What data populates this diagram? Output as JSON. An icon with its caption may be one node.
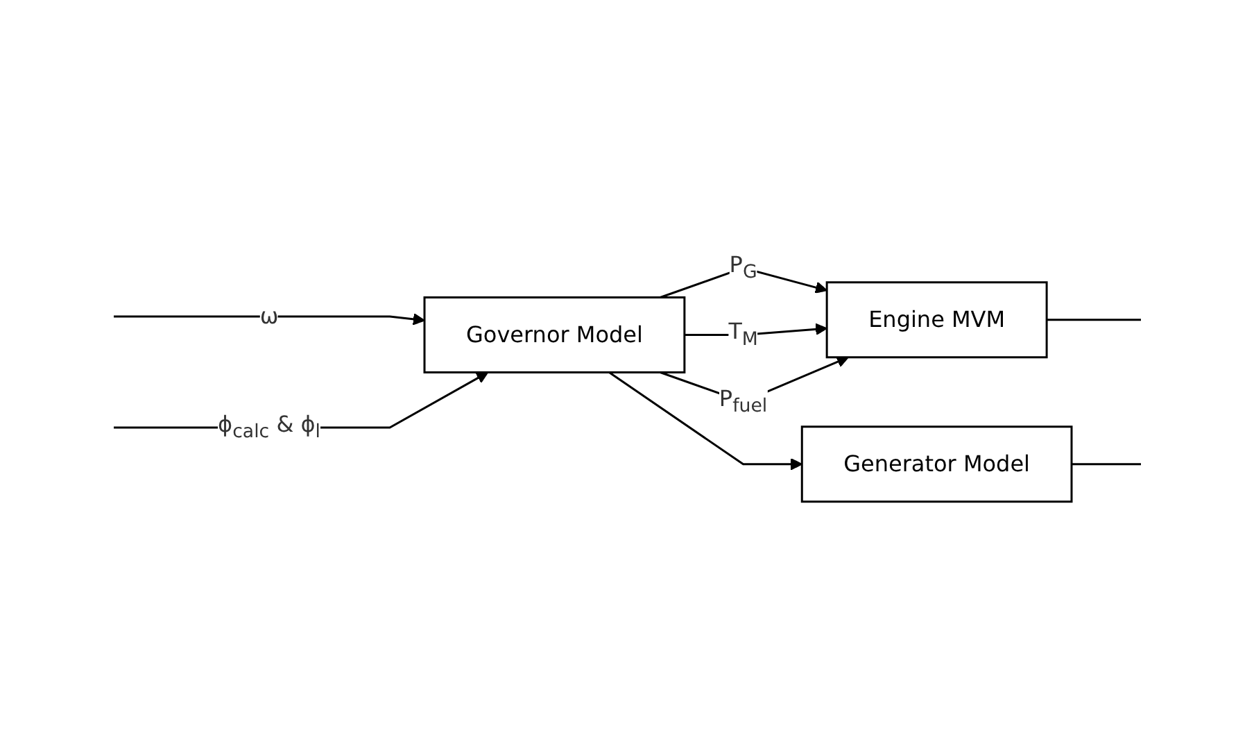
{
  "diagram": {
    "nodes": [
      {
        "text": [
          "Governor Model"
        ]
      },
      {
        "text": [
          "Engine MVM"
        ]
      },
      {
        "text": [
          "Generator Model"
        ]
      }
    ],
    "edges": [
      {
        "from": null,
        "to": 0,
        "arrow": "to",
        "label": "ω"
      },
      {
        "from": null,
        "to": 0,
        "arrow": "to",
        "label": "ϕ$_{calc}$ & ϕ$_{l}$"
      },
      {
        "from": 0,
        "to": 1,
        "arrow": "to",
        "label": "P$_{G}$"
      },
      {
        "from": 0,
        "to": 1,
        "arrow": "to",
        "label": "T$_{M}$"
      },
      {
        "from": 0,
        "to": 1,
        "arrow": "to",
        "label": "P$_{fuel}$"
      },
      {
        "from": 0,
        "to": 2,
        "arrow": "to"
      },
      {
        "from": 1,
        "to": null,
        "arrow": "none"
      },
      {
        "from": 2,
        "to": null,
        "arrow": "none"
      }
    ]
  }
}
